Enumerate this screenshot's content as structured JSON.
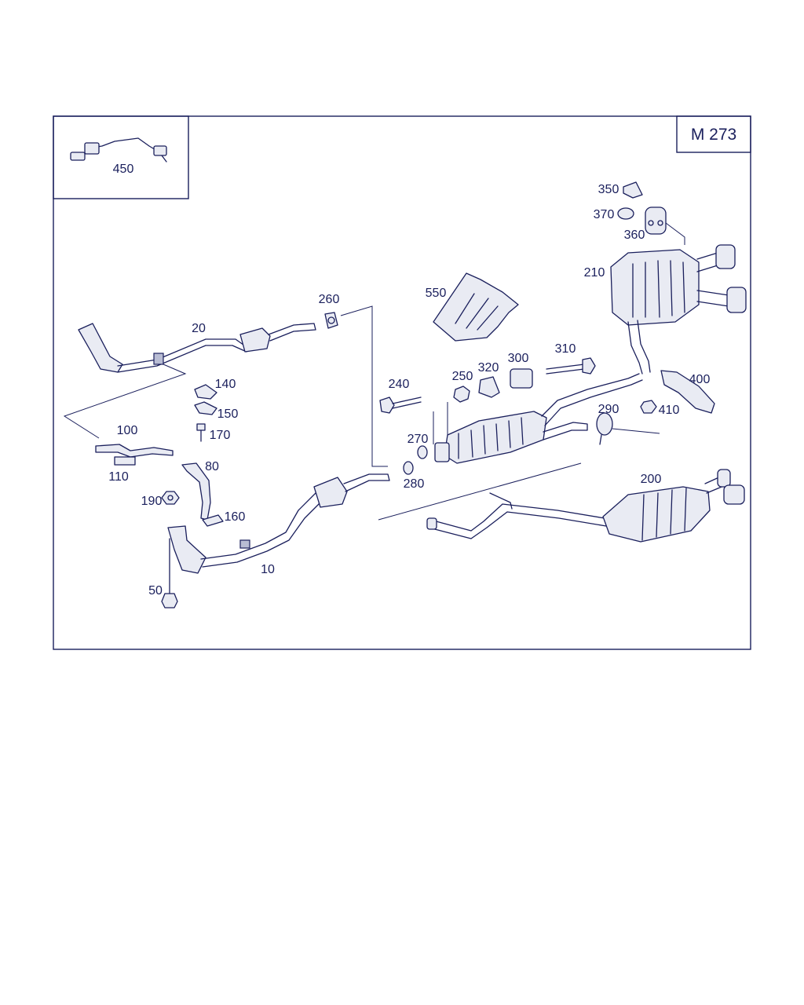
{
  "model_code": "M 273",
  "part_labels": {
    "p10": "10",
    "p20": "20",
    "p50": "50",
    "p80": "80",
    "p100": "100",
    "p110": "110",
    "p140": "140",
    "p150": "150",
    "p160": "160",
    "p170": "170",
    "p190": "190",
    "p200": "200",
    "p210": "210",
    "p240": "240",
    "p250": "250",
    "p260": "260",
    "p270": "270",
    "p280": "280",
    "p290": "290",
    "p300": "300",
    "p310": "310",
    "p320": "320",
    "p350": "350",
    "p360": "360",
    "p370": "370",
    "p400": "400",
    "p410": "410",
    "p450": "450",
    "p550": "550"
  },
  "colors": {
    "line": "#1a1f5c",
    "part_fill": "#e9ebf3",
    "background": "#ffffff"
  }
}
